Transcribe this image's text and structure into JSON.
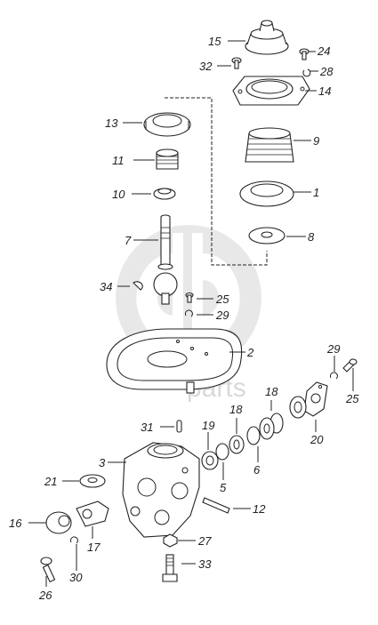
{
  "watermark": {
    "text": "parts"
  },
  "callouts": [
    {
      "id": "c15",
      "text": "15"
    },
    {
      "id": "c24",
      "text": "24"
    },
    {
      "id": "c32",
      "text": "32"
    },
    {
      "id": "c28",
      "text": "28"
    },
    {
      "id": "c14",
      "text": "14"
    },
    {
      "id": "c13",
      "text": "13"
    },
    {
      "id": "c9",
      "text": "9"
    },
    {
      "id": "c11",
      "text": "11"
    },
    {
      "id": "c10",
      "text": "10"
    },
    {
      "id": "c1",
      "text": "1"
    },
    {
      "id": "c7",
      "text": "7"
    },
    {
      "id": "c8",
      "text": "8"
    },
    {
      "id": "c34",
      "text": "34"
    },
    {
      "id": "c25a",
      "text": "25"
    },
    {
      "id": "c29a",
      "text": "29"
    },
    {
      "id": "c2",
      "text": "2"
    },
    {
      "id": "c29b",
      "text": "29"
    },
    {
      "id": "c25b",
      "text": "25"
    },
    {
      "id": "c18a",
      "text": "18"
    },
    {
      "id": "c18b",
      "text": "18"
    },
    {
      "id": "c31",
      "text": "31"
    },
    {
      "id": "c19",
      "text": "19"
    },
    {
      "id": "c20",
      "text": "20"
    },
    {
      "id": "c3",
      "text": "3"
    },
    {
      "id": "c6",
      "text": "6"
    },
    {
      "id": "c5",
      "text": "5"
    },
    {
      "id": "c21",
      "text": "21"
    },
    {
      "id": "c12",
      "text": "12"
    },
    {
      "id": "c16",
      "text": "16"
    },
    {
      "id": "c17",
      "text": "17"
    },
    {
      "id": "c27",
      "text": "27"
    },
    {
      "id": "c30",
      "text": "30"
    },
    {
      "id": "c33",
      "text": "33"
    },
    {
      "id": "c26",
      "text": "26"
    }
  ]
}
